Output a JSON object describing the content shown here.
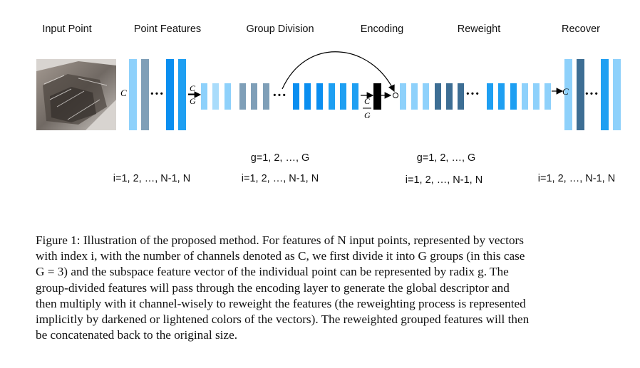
{
  "stages": {
    "input_point": "Input Point",
    "point_features": "Point Features",
    "group_division": "Group Division",
    "encoding": "Encoding",
    "reweight": "Reweight",
    "recover": "Recover"
  },
  "math": {
    "C": "C",
    "C_over_G_num": "C",
    "C_over_G_den": "G",
    "ellipsis": "···"
  },
  "indices": {
    "point_features_i": "i=1, 2, …, N-1, N",
    "group_division_g": "g=1, 2, …, G",
    "group_division_i": "i=1, 2, …, N-1, N",
    "reweight_g": "g=1, 2, …, G",
    "reweight_i": "i=1, 2, …, N-1, N",
    "recover_i": "i=1, 2, …, N-1, N"
  },
  "caption": [
    "Figure 1: Illustration of the proposed method. For features of N input points, represented by vectors",
    "with index i, with the number of channels denoted as C, we first divide it into G groups (in this case",
    "G = 3) and the subspace feature vector of the individual point can be represented by radix g. The",
    "group-divided features will pass through the encoding layer to generate the global descriptor and",
    "then multiply with it channel-wisely to reweight the features (the reweighting process is represented",
    "implicitly by darkened or lightened colors of the vectors). The reweighted grouped features will then",
    "be concatenated back to the original size."
  ],
  "colors": {
    "light_blue": "#8ed1fb",
    "mid_blue": "#1e9ff2",
    "bright_blue": "#0a8ef0",
    "steel": "#7f9fb8",
    "dark_steel": "#3d6e94",
    "black": "#000000"
  }
}
